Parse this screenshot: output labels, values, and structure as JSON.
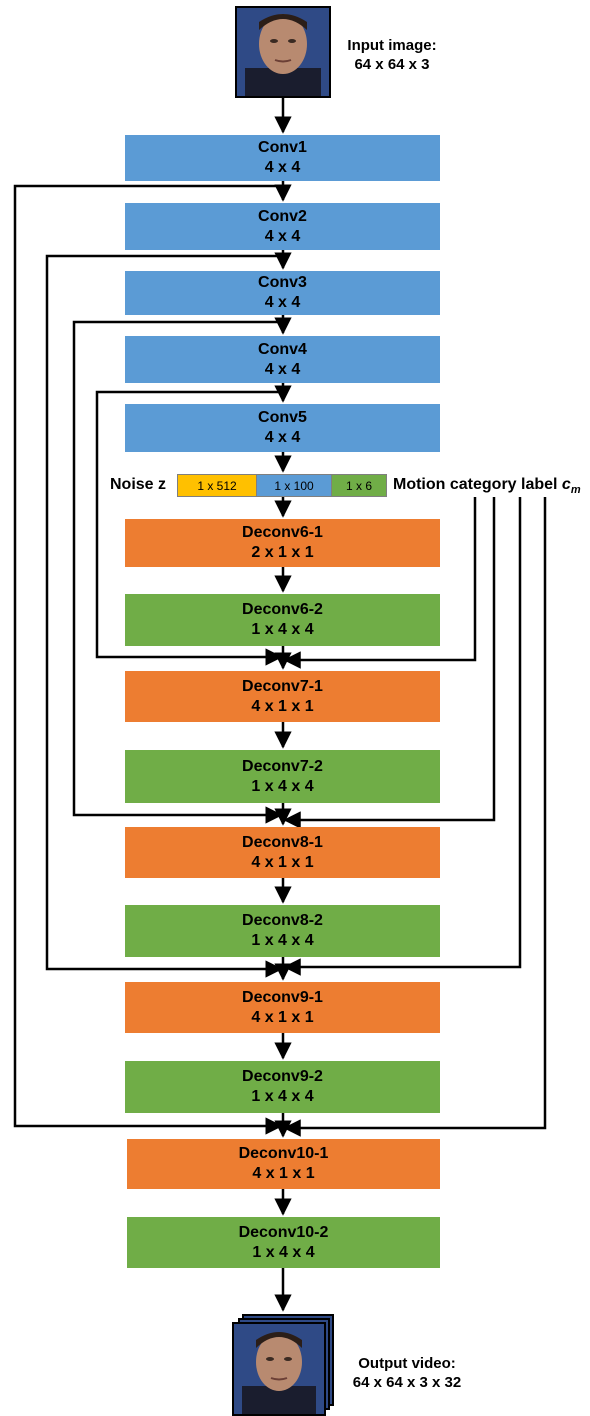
{
  "input": {
    "label_line1": "Input image:",
    "label_line2": "64 x 64 x 3"
  },
  "output": {
    "label_line1": "Output video:",
    "label_line2": "64 x 64 x 3 x 32"
  },
  "noise": {
    "label": "Noise z",
    "segments": [
      {
        "text": "1 x 512",
        "color": "#ffc000"
      },
      {
        "text": "1 x 100",
        "color": "#5b9bd5"
      },
      {
        "text": "1 x 6",
        "color": "#70ad47"
      }
    ]
  },
  "motion_label": {
    "text": "Motion category label ",
    "symbol": "c",
    "subscript": "m"
  },
  "blocks": [
    {
      "name": "Conv1",
      "dims": "4 x 4",
      "color": "#5b9bd5"
    },
    {
      "name": "Conv2",
      "dims": "4 x 4",
      "color": "#5b9bd5"
    },
    {
      "name": "Conv3",
      "dims": "4 x 4",
      "color": "#5b9bd5"
    },
    {
      "name": "Conv4",
      "dims": "4 x 4",
      "color": "#5b9bd5"
    },
    {
      "name": "Conv5",
      "dims": "4 x 4",
      "color": "#5b9bd5"
    },
    {
      "name": "Deconv6-1",
      "dims": "2 x 1 x 1",
      "color": "#ed7d31"
    },
    {
      "name": "Deconv6-2",
      "dims": "1 x 4 x 4",
      "color": "#70ad47"
    },
    {
      "name": "Deconv7-1",
      "dims": "4 x 1 x 1",
      "color": "#ed7d31"
    },
    {
      "name": "Deconv7-2",
      "dims": "1 x 4 x 4",
      "color": "#70ad47"
    },
    {
      "name": "Deconv8-1",
      "dims": "4 x 1 x 1",
      "color": "#ed7d31"
    },
    {
      "name": "Deconv8-2",
      "dims": "1 x 4 x 4",
      "color": "#70ad47"
    },
    {
      "name": "Deconv9-1",
      "dims": "4 x 1 x 1",
      "color": "#ed7d31"
    },
    {
      "name": "Deconv9-2",
      "dims": "1 x 4 x 4",
      "color": "#70ad47"
    },
    {
      "name": "Deconv10-1",
      "dims": "4 x 1 x 1",
      "color": "#ed7d31"
    },
    {
      "name": "Deconv10-2",
      "dims": "1 x 4 x 4",
      "color": "#70ad47"
    }
  ]
}
